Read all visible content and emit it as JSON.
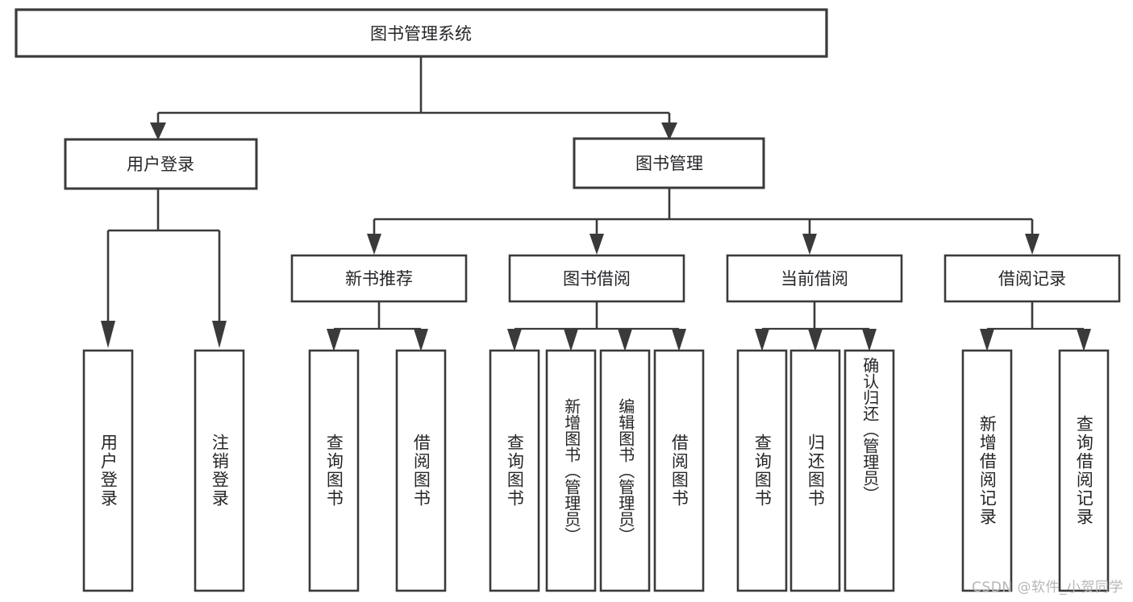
{
  "diagram": {
    "title": "图书管理系统",
    "type": "function-structure-tree",
    "background_color": "#ffffff",
    "line_color": "#3a3a3a",
    "text_color": "#26262a",
    "root": {
      "id": "root",
      "label": "图书管理系统",
      "orientation": "horizontal"
    },
    "level2": [
      {
        "id": "user-login",
        "label": "用户登录",
        "orientation": "horizontal"
      },
      {
        "id": "book-management",
        "label": "图书管理",
        "orientation": "horizontal"
      }
    ],
    "level3": [
      {
        "id": "new-book-recommend",
        "label": "新书推荐",
        "orientation": "horizontal",
        "parent": "book-management"
      },
      {
        "id": "book-borrow",
        "label": "图书借阅",
        "orientation": "horizontal",
        "parent": "book-management"
      },
      {
        "id": "current-borrow",
        "label": "当前借阅",
        "orientation": "horizontal",
        "parent": "book-management"
      },
      {
        "id": "borrow-record",
        "label": "借阅记录",
        "orientation": "horizontal",
        "parent": "book-management"
      }
    ],
    "leaves": {
      "user_login": [
        {
          "id": "leaf-user-login",
          "label": "用户登录",
          "orientation": "vertical"
        },
        {
          "id": "leaf-user-logout",
          "label": "注销登录",
          "orientation": "vertical"
        }
      ],
      "new_book_recommend": [
        {
          "id": "leaf-query-book-1",
          "label": "查询图书",
          "orientation": "vertical"
        },
        {
          "id": "leaf-borrow-book-1",
          "label": "借阅图书",
          "orientation": "vertical"
        }
      ],
      "book_borrow": [
        {
          "id": "leaf-query-book-2",
          "label": "查询图书",
          "orientation": "vertical"
        },
        {
          "id": "leaf-add-book",
          "label": "新增图书（管理员）",
          "orientation": "vertical"
        },
        {
          "id": "leaf-edit-book",
          "label": "编辑图书（管理员）",
          "orientation": "vertical"
        },
        {
          "id": "leaf-borrow-book-2",
          "label": "借阅图书",
          "orientation": "vertical"
        }
      ],
      "current_borrow": [
        {
          "id": "leaf-query-book-3",
          "label": "查询图书",
          "orientation": "vertical"
        },
        {
          "id": "leaf-return-book",
          "label": "归还图书",
          "orientation": "vertical"
        },
        {
          "id": "leaf-confirm-return",
          "label": "确认归还（管理员）",
          "orientation": "vertical"
        }
      ],
      "borrow_record": [
        {
          "id": "leaf-add-record",
          "label": "新增借阅记录",
          "orientation": "vertical"
        },
        {
          "id": "leaf-query-record",
          "label": "查询借阅记录",
          "orientation": "vertical"
        }
      ]
    }
  },
  "watermark": {
    "text": "CSDN @软件_小贺同学"
  }
}
